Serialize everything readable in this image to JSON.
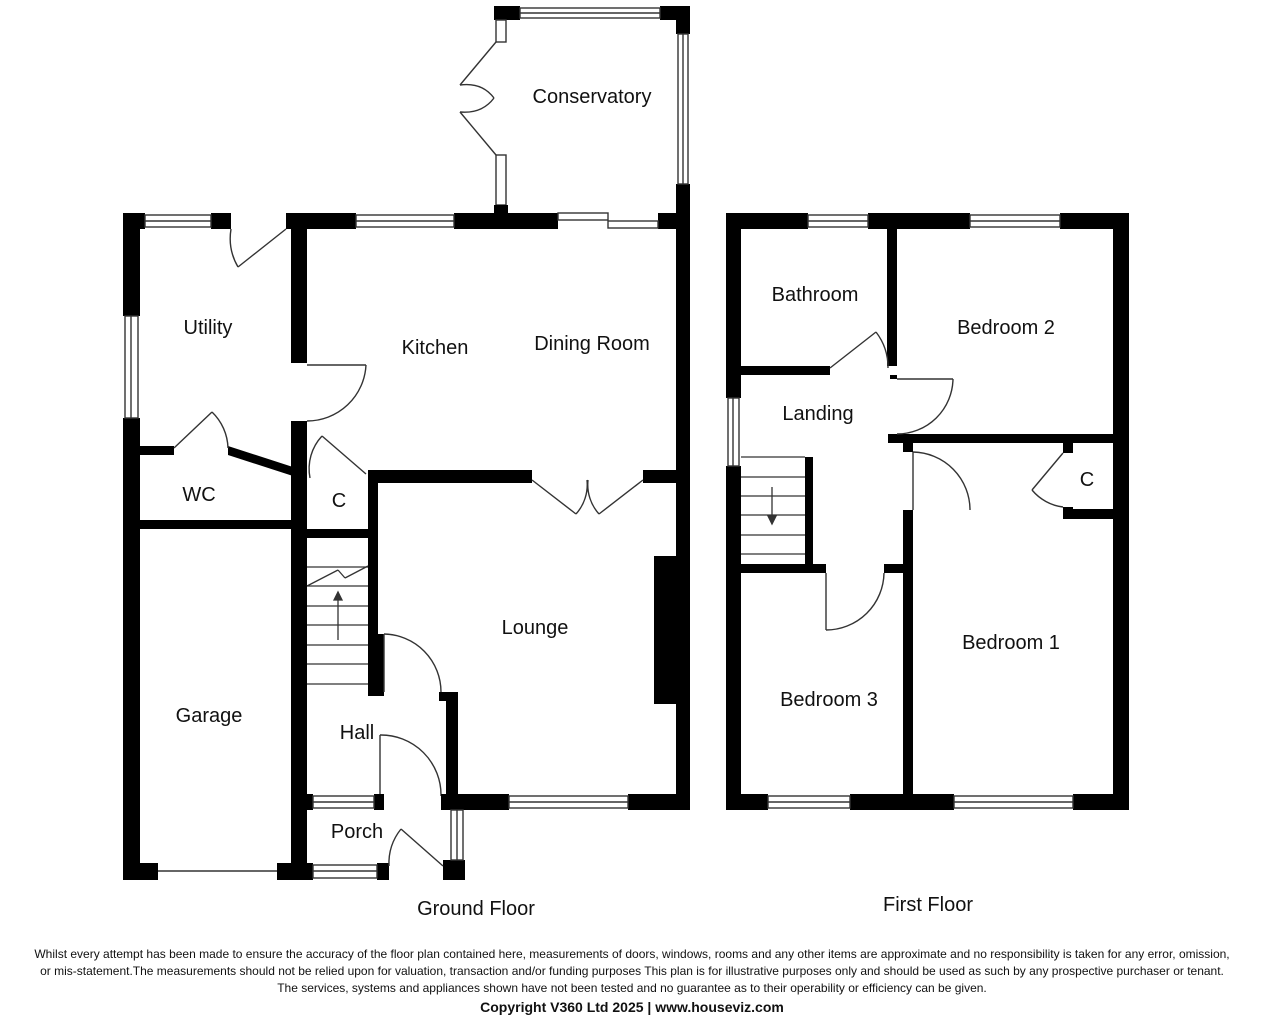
{
  "ground_floor": {
    "label": "Ground Floor",
    "rooms": {
      "conservatory": "Conservatory",
      "utility": "Utility",
      "kitchen": "Kitchen",
      "dining_room": "Dining Room",
      "wc": "WC",
      "cupboard": "C",
      "lounge": "Lounge",
      "garage": "Garage",
      "hall": "Hall",
      "porch": "Porch"
    }
  },
  "first_floor": {
    "label": "First Floor",
    "rooms": {
      "bathroom": "Bathroom",
      "bedroom_2": "Bedroom 2",
      "landing": "Landing",
      "cupboard": "C",
      "bedroom_1": "Bedroom 1",
      "bedroom_3": "Bedroom 3"
    }
  },
  "disclaimer": {
    "line1": "Whilst every attempt has been made to ensure the accuracy of the floor plan contained here, measurements of doors, windows, rooms and any other items are approximate and no responsibility is taken for any error, omission,",
    "line2": "or mis-statement.The measurements should not be relied upon for valuation, transaction and/or funding purposes This plan is for illustrative purposes only and should be used as such by any prospective purchaser or tenant.",
    "line3": "The services, systems and appliances shown have not been tested and no guarantee as to their operability or efficiency can be given.",
    "copyright": "Copyright V360 Ltd 2025 | www.houseviz.com"
  },
  "colors": {
    "wall": "#000000",
    "line": "#333333",
    "background": "#ffffff"
  }
}
